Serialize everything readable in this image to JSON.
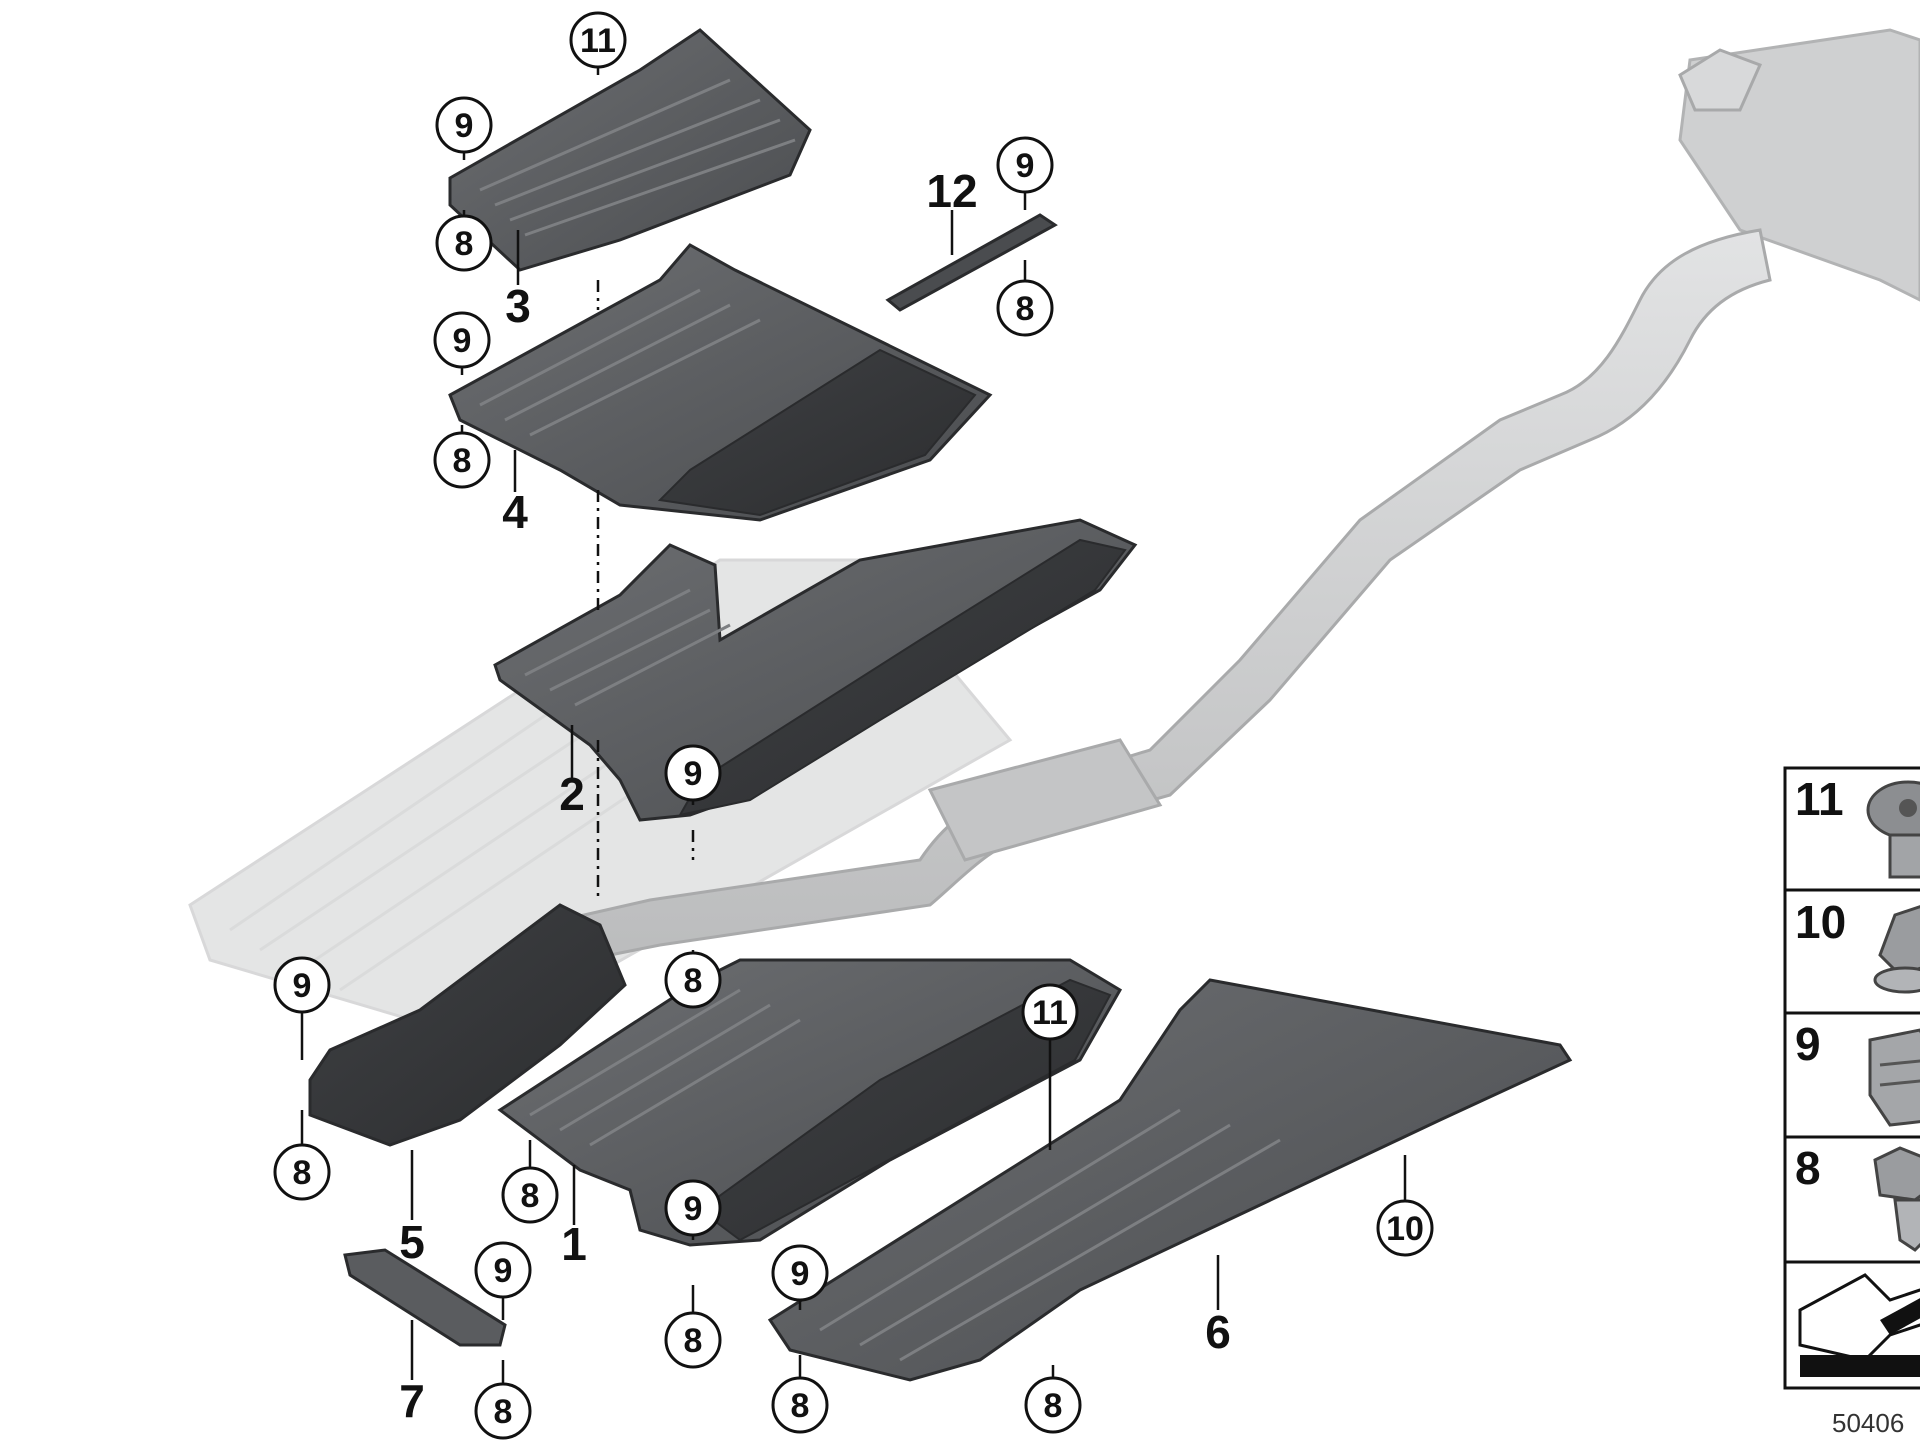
{
  "diagram_id": "50406",
  "callouts": [
    {
      "id": "c-11-top",
      "label": "11"
    },
    {
      "id": "c-9-a",
      "label": "9"
    },
    {
      "id": "c-8-a",
      "label": "8"
    },
    {
      "id": "c-9-b",
      "label": "9"
    },
    {
      "id": "c-8-b",
      "label": "8"
    },
    {
      "id": "c-9-12",
      "label": "9"
    },
    {
      "id": "c-8-12",
      "label": "8"
    },
    {
      "id": "c-9-p2",
      "label": "9"
    },
    {
      "id": "c-8-mid",
      "label": "8"
    },
    {
      "id": "c-9-p5",
      "label": "9"
    },
    {
      "id": "c-8-p5",
      "label": "8"
    },
    {
      "id": "c-8-p1",
      "label": "8"
    },
    {
      "id": "c-11-p1",
      "label": "11"
    },
    {
      "id": "c-9-p1",
      "label": "9"
    },
    {
      "id": "c-8-p1b",
      "label": "8"
    },
    {
      "id": "c-10-p6",
      "label": "10"
    },
    {
      "id": "c-9-p6",
      "label": "9"
    },
    {
      "id": "c-8-p6a",
      "label": "8"
    },
    {
      "id": "c-8-p6b",
      "label": "8"
    },
    {
      "id": "c-9-p7",
      "label": "9"
    },
    {
      "id": "c-8-p7",
      "label": "8"
    }
  ],
  "part_numbers": [
    {
      "id": "n-3",
      "label": "3"
    },
    {
      "id": "n-4",
      "label": "4"
    },
    {
      "id": "n-12",
      "label": "12"
    },
    {
      "id": "n-2",
      "label": "2"
    },
    {
      "id": "n-5",
      "label": "5"
    },
    {
      "id": "n-1",
      "label": "1"
    },
    {
      "id": "n-6",
      "label": "6"
    },
    {
      "id": "n-7",
      "label": "7"
    }
  ],
  "legend": [
    {
      "label": "11",
      "icon": "expanding-rivet-icon"
    },
    {
      "label": "10",
      "icon": "hex-nut-icon"
    },
    {
      "label": "9",
      "icon": "clip-nut-icon"
    },
    {
      "label": "8",
      "icon": "push-rivet-icon"
    },
    {
      "label": "",
      "icon": "direction-arrow-icon"
    }
  ],
  "colors": {
    "panel": "#5a5c5f",
    "panel_dark": "#3c3e41",
    "panel_edge": "#2a2b2d",
    "ghost": "#d4d5d6",
    "exhaust": "#c9cacb",
    "line": "#111111"
  }
}
